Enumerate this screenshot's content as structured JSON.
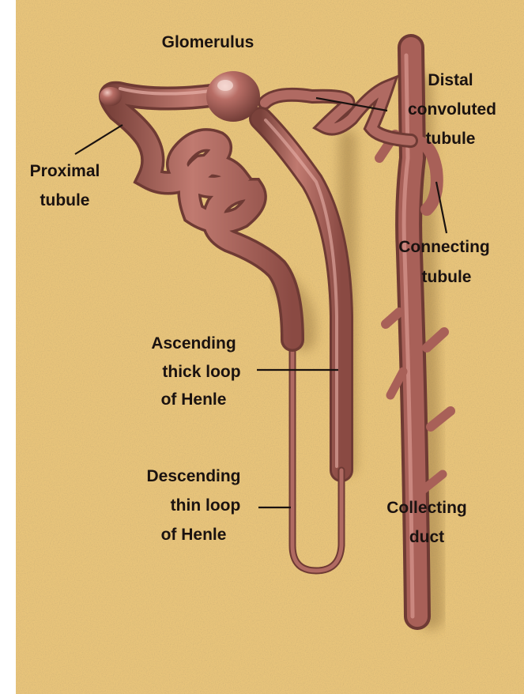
{
  "diagram": {
    "labels": {
      "glomerulus": "Glomerulus",
      "distal": [
        "Distal",
        "convoluted",
        "tubule"
      ],
      "proximal": [
        "Proximal",
        "tubule"
      ],
      "connecting": [
        "Connecting",
        "tubule"
      ],
      "ascending": [
        "Ascending",
        "thick loop",
        "of Henle"
      ],
      "descending": [
        "Descending",
        "thin loop",
        "of Henle"
      ],
      "collecting": [
        "Collecting",
        "duct"
      ]
    },
    "colors": {
      "background": "#e8c47a",
      "tubule": "#a86058",
      "tubule_highlight": "#d89890",
      "tubule_shadow": "#6e3a34",
      "label_text": "#1a1210"
    }
  }
}
